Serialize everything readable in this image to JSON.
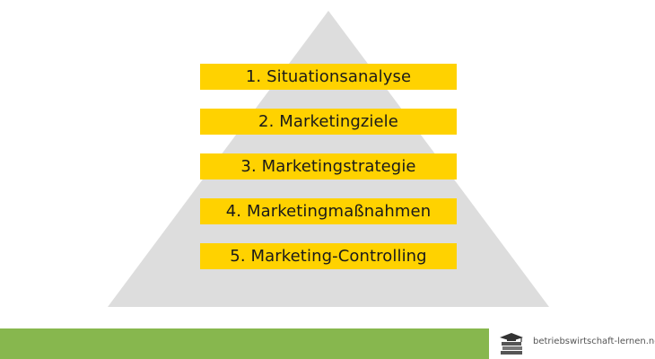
{
  "diagram": {
    "steps": [
      "1. Situationsanalyse",
      "2. Marketingziele",
      "3. Marketingstrategie",
      "4. Marketingmaßnahmen",
      "5. Marketing-Controlling"
    ]
  },
  "footer": {
    "site": "betriebswirtschaft-lernen.net",
    "icon": "books-graduation-cap-icon"
  },
  "colors": {
    "pyramid": "#dddddd",
    "step_fill": "#ffd200",
    "footer_bar": "#87b74e",
    "text": "#1a1a1a"
  }
}
